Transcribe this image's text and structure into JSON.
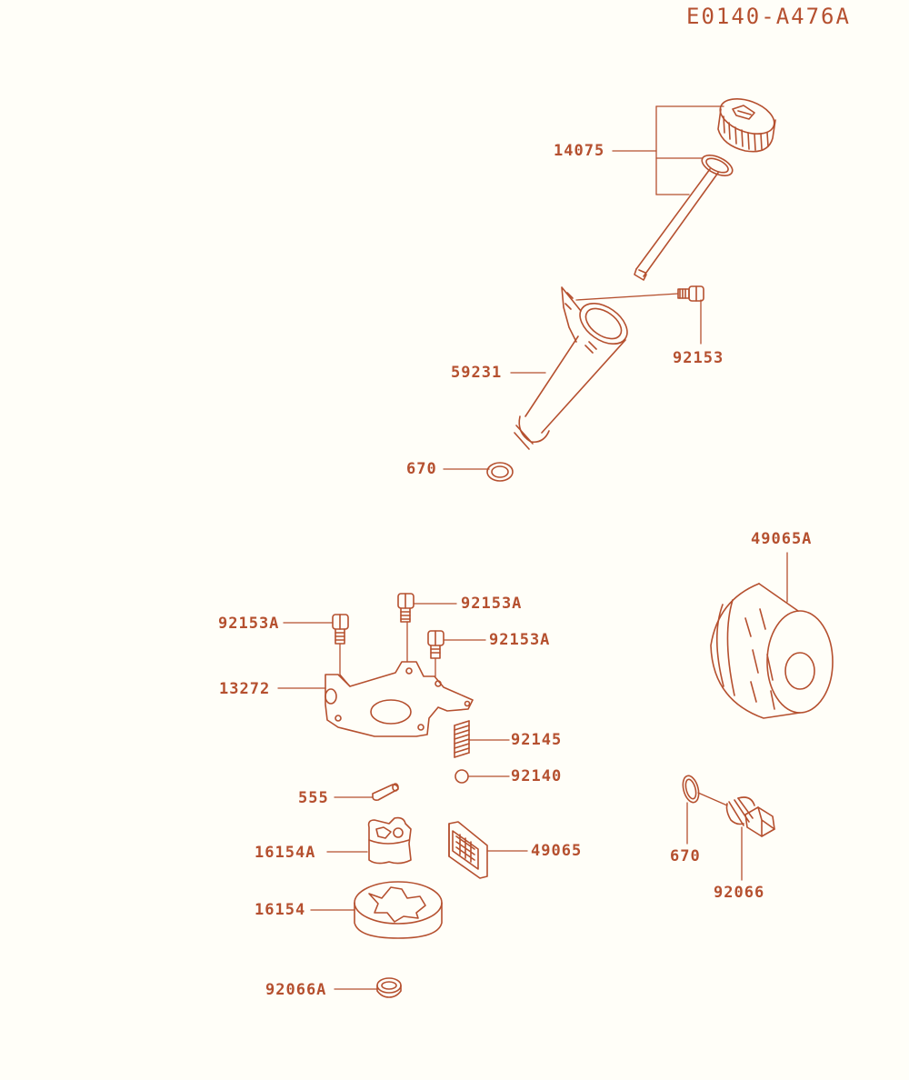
{
  "diagram_code": "E0140-A476A",
  "colors": {
    "line": "#b5502f",
    "label": "#b5502f",
    "background": "#fffef8"
  },
  "callouts": [
    {
      "id": "p14075",
      "text": "14075"
    },
    {
      "id": "p92153",
      "text": "92153"
    },
    {
      "id": "p59231",
      "text": "59231"
    },
    {
      "id": "p670a",
      "text": "670"
    },
    {
      "id": "p49065A",
      "text": "49065A"
    },
    {
      "id": "p92153A1",
      "text": "92153A"
    },
    {
      "id": "p92153A2",
      "text": "92153A"
    },
    {
      "id": "p92153A3",
      "text": "92153A"
    },
    {
      "id": "p13272",
      "text": "13272"
    },
    {
      "id": "p92145",
      "text": "92145"
    },
    {
      "id": "p92140",
      "text": "92140"
    },
    {
      "id": "p555",
      "text": "555"
    },
    {
      "id": "p16154A",
      "text": "16154A"
    },
    {
      "id": "p49065",
      "text": "49065"
    },
    {
      "id": "p16154",
      "text": "16154"
    },
    {
      "id": "p670b",
      "text": "670"
    },
    {
      "id": "p92066",
      "text": "92066"
    },
    {
      "id": "p92066A",
      "text": "92066A"
    }
  ]
}
